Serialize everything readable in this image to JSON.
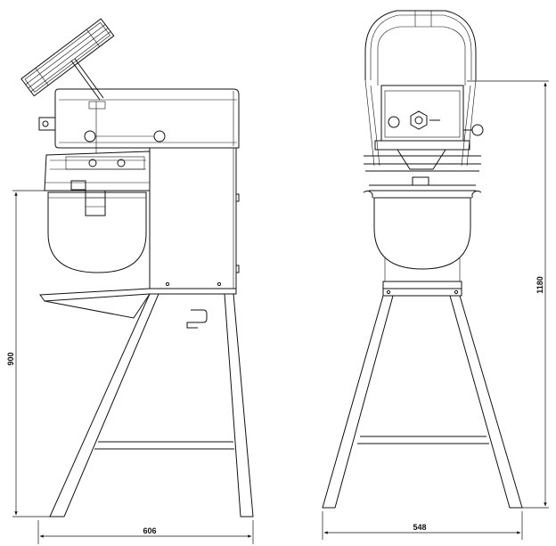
{
  "drawing": {
    "side_view": {
      "width_dimension": "606",
      "height_dimension": "900"
    },
    "front_view": {
      "width_dimension": "548",
      "height_dimension": "1180"
    }
  }
}
